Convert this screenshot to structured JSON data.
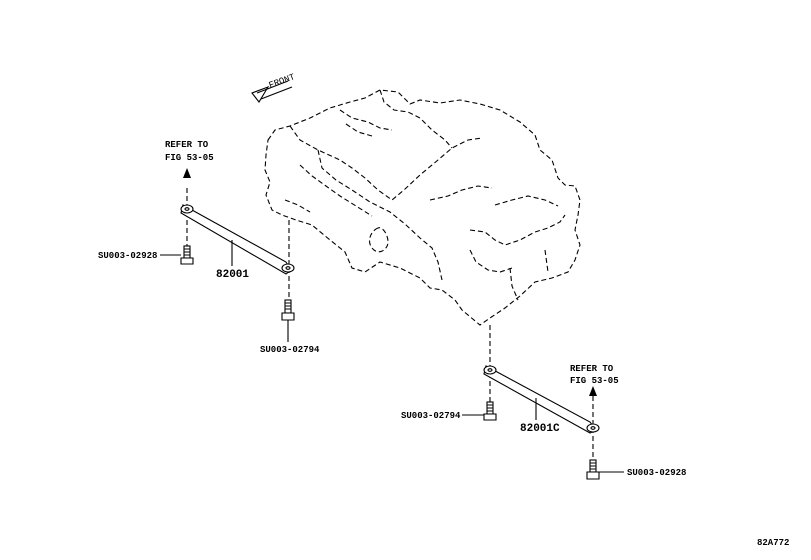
{
  "front_label": "FRONT",
  "left": {
    "refer_line1": "REFER TO",
    "refer_line2": "FIG 53-05",
    "bolt_top_part": "SU003-02928",
    "bolt_bottom_part": "SU003-02794",
    "bracket_part": "82001"
  },
  "right": {
    "refer_line1": "REFER TO",
    "refer_line2": "FIG 53-05",
    "bolt_left_part": "SU003-02794",
    "bolt_bottom_part": "SU003-02928",
    "bracket_part": "82001C"
  },
  "drawing_code": "82A772"
}
